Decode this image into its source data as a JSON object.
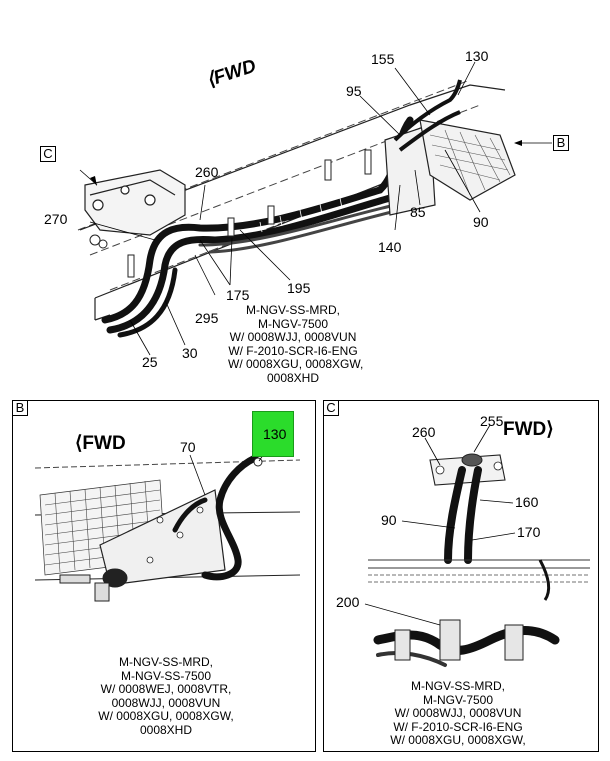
{
  "top": {
    "fwd": "FWD",
    "labels": {
      "l155": "155",
      "l130": "130",
      "l95": "95",
      "lB": "B",
      "lC": "C",
      "l260": "260",
      "l270": "270",
      "l85": "85",
      "l90": "90",
      "l140": "140",
      "l195": "195",
      "l175": "175",
      "l295": "295",
      "l25": "25",
      "l30": "30"
    },
    "caption": [
      "M-NGV-SS-MRD,",
      "M-NGV-7500",
      "W/ 0008WJJ, 0008VUN",
      "W/ F-2010-SCR-I6-ENG",
      "W/ 0008XGU, 0008XGW,",
      "0008XHD"
    ]
  },
  "panel_b": {
    "tag": "B",
    "fwd": "FWD",
    "labels": {
      "l70": "70",
      "l130": "130"
    },
    "highlight_color": "#2bdc2b",
    "caption": [
      "M-NGV-SS-MRD,",
      "M-NGV-SS-7500",
      "W/ 0008WEJ, 0008VTR,",
      "0008WJJ, 0008VUN",
      "W/ 0008XGU, 0008XGW,",
      "0008XHD"
    ]
  },
  "panel_c": {
    "tag": "C",
    "fwd": "FWD",
    "labels": {
      "l260": "260",
      "l255": "255",
      "l160": "160",
      "l90": "90",
      "l170": "170",
      "l200": "200"
    },
    "caption": [
      "M-NGV-SS-MRD,",
      "M-NGV-7500",
      "W/ 0008WJJ, 0008VUN",
      "W/ F-2010-SCR-I6-ENG",
      "W/ 0008XGU, 0008XGW,"
    ]
  }
}
